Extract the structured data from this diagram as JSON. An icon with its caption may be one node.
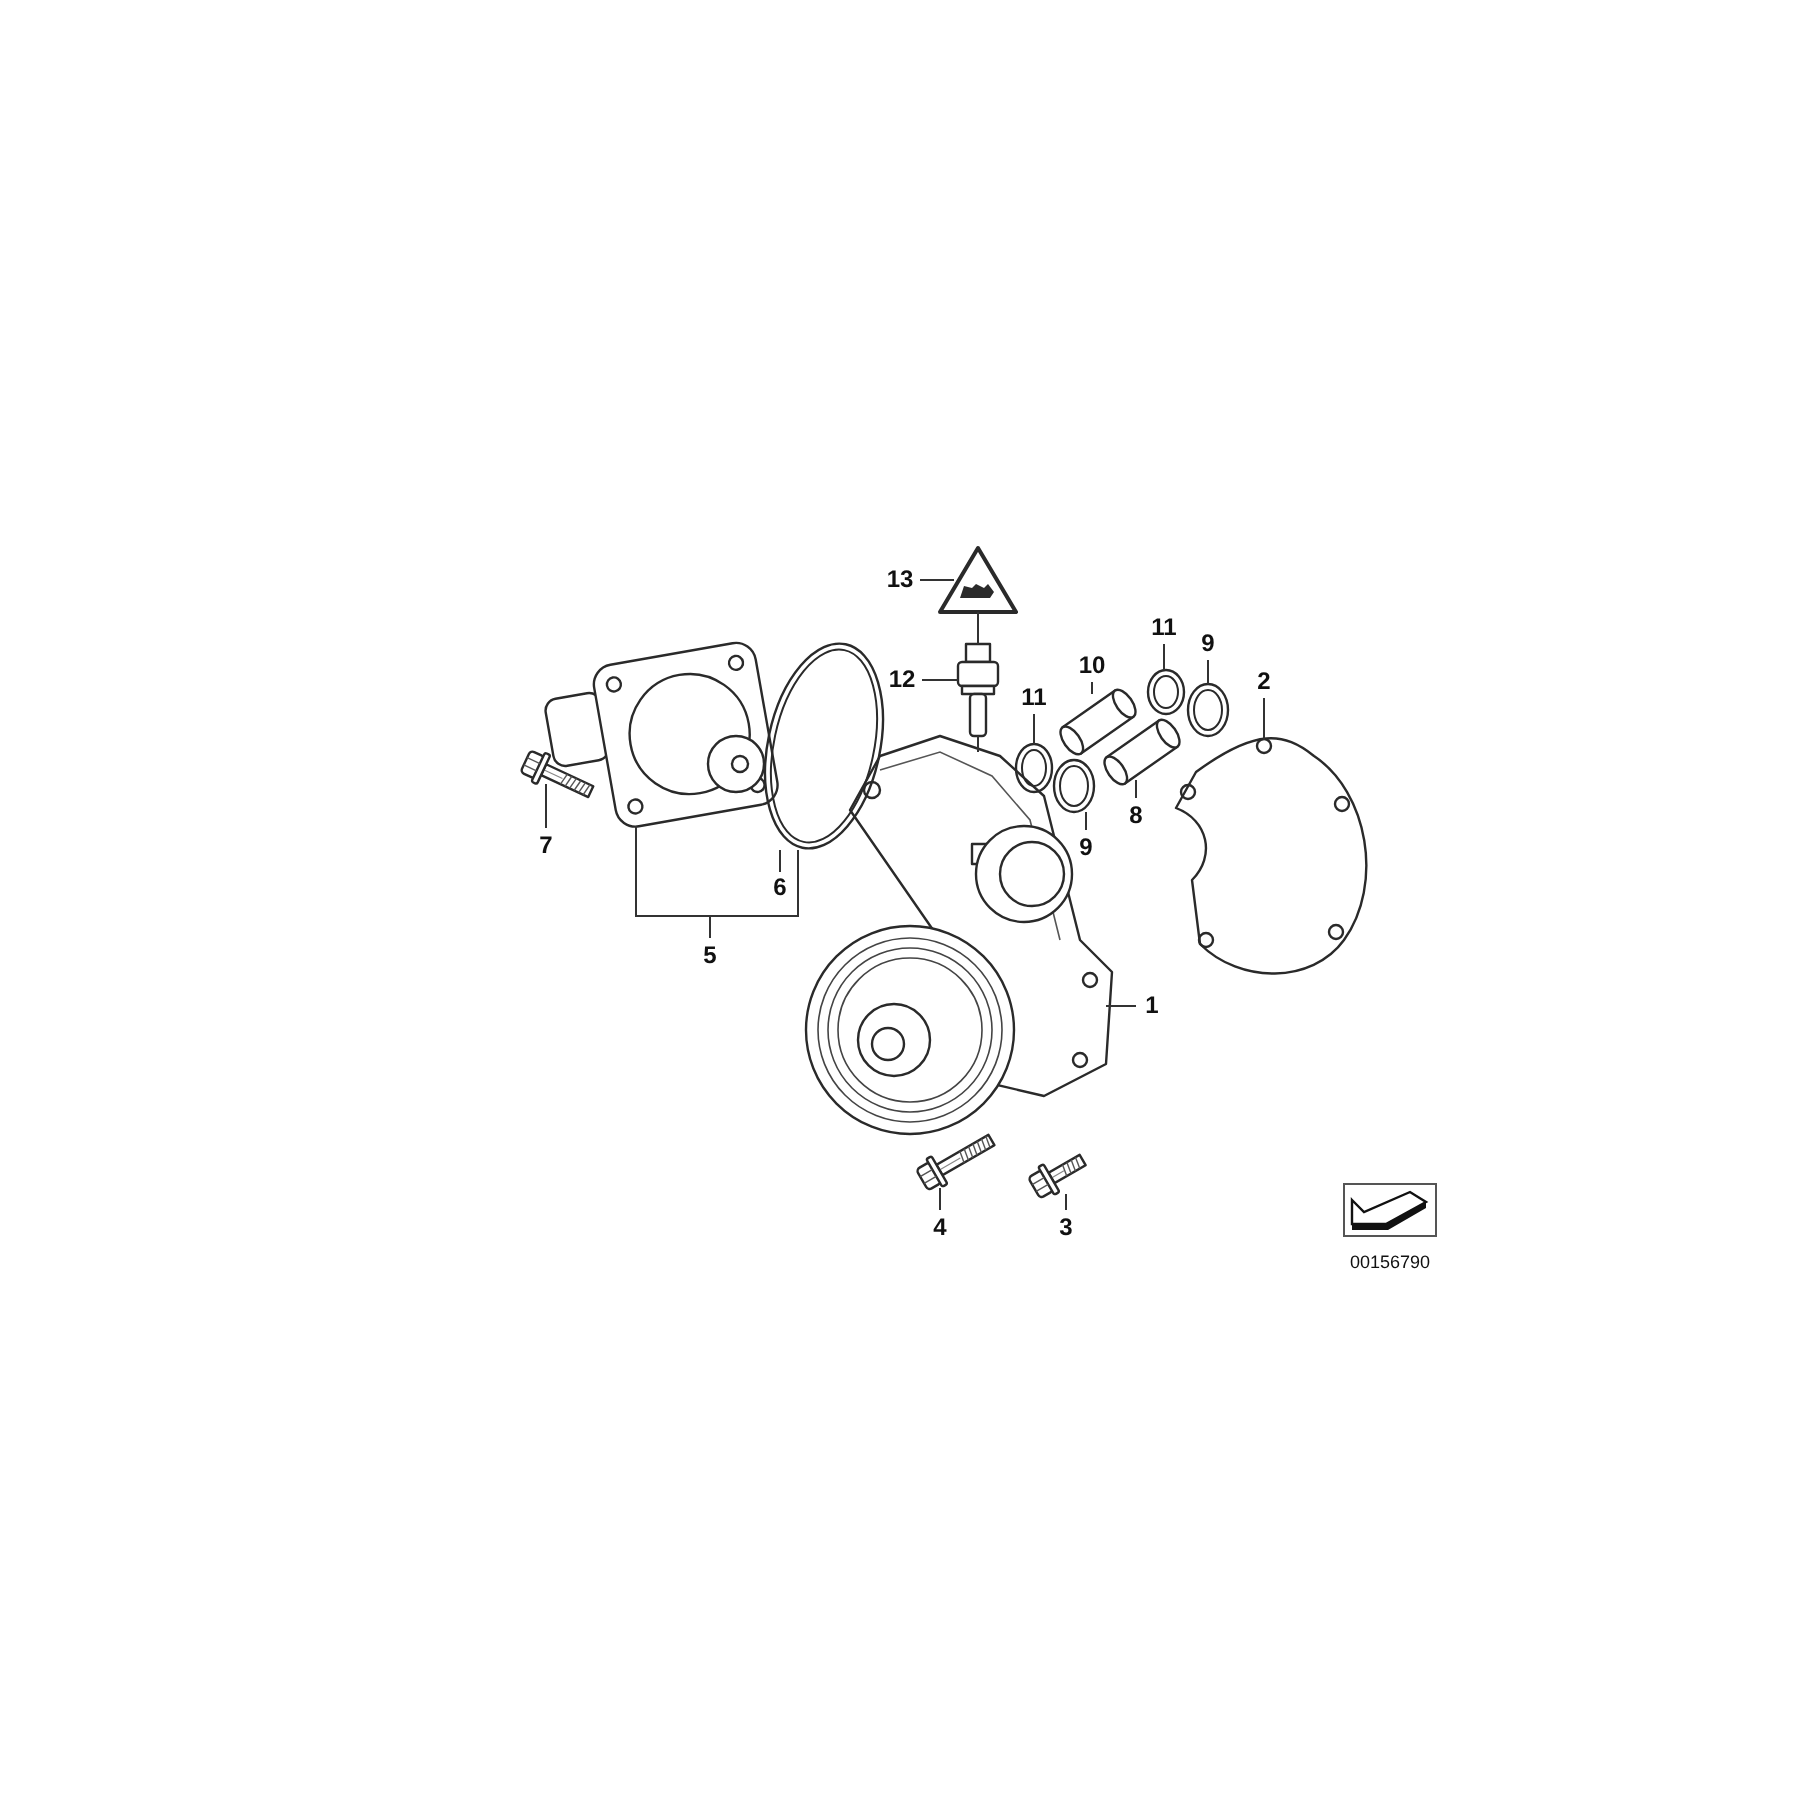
{
  "diagram": {
    "nodes": [
      {
        "text": [],
        "shape": "picture"
      },
      {
        "text": [
          "1"
        ]
      },
      {
        "text": [],
        "shape": "picture"
      },
      {
        "text": [
          "2"
        ]
      },
      {
        "text": [],
        "shape": "picture"
      },
      {
        "text": [
          "3"
        ]
      },
      {
        "text": [],
        "shape": "picture"
      },
      {
        "text": [
          "4"
        ]
      },
      {
        "text": [],
        "shape": "picture"
      },
      {
        "text": [],
        "shape": "picture"
      },
      {
        "text": [
          "5"
        ]
      },
      {
        "text": [
          "6"
        ]
      },
      {
        "text": [],
        "shape": "picture"
      },
      {
        "text": [
          "7"
        ]
      },
      {
        "text": [],
        "shape": "picture"
      },
      {
        "text": [
          "8"
        ]
      },
      {
        "text": [],
        "shape": "picture"
      },
      {
        "text": [
          "9"
        ]
      },
      {
        "text": [],
        "shape": "picture"
      },
      {
        "text": [
          "9"
        ]
      },
      {
        "text": [],
        "shape": "picture"
      },
      {
        "text": [
          "10"
        ]
      },
      {
        "text": [],
        "shape": "picture"
      },
      {
        "text": [
          "11"
        ]
      },
      {
        "text": [],
        "shape": "picture"
      },
      {
        "text": [
          "11"
        ]
      },
      {
        "text": [],
        "shape": "picture"
      },
      {
        "text": [
          "12"
        ]
      },
      {
        "text": [],
        "shape": "picture"
      },
      {
        "text": [
          "13"
        ]
      }
    ],
    "edges": [
      {
        "from": 1,
        "to": 0,
        "arrow": "none"
      },
      {
        "from": 3,
        "to": 2,
        "arrow": "none"
      },
      {
        "from": 5,
        "to": 4,
        "arrow": "none"
      },
      {
        "from": 7,
        "to": 6,
        "arrow": "none"
      },
      {
        "from": 10,
        "to": 8,
        "arrow": "none"
      },
      {
        "from": 10,
        "to": 9,
        "arrow": "none"
      },
      {
        "from": 11,
        "to": 9,
        "arrow": "none"
      },
      {
        "from": 13,
        "to": 12,
        "arrow": "none"
      },
      {
        "from": 15,
        "to": 14,
        "arrow": "none"
      },
      {
        "from": 17,
        "to": 16,
        "arrow": "none"
      },
      {
        "from": 19,
        "to": 18,
        "arrow": "none"
      },
      {
        "from": 21,
        "to": 20,
        "arrow": "none"
      },
      {
        "from": 23,
        "to": 22,
        "arrow": "none"
      },
      {
        "from": 25,
        "to": 24,
        "arrow": "none"
      },
      {
        "from": 27,
        "to": 26,
        "arrow": "none"
      },
      {
        "from": 29,
        "to": 28,
        "arrow": "none"
      },
      {
        "from": 28,
        "to": 26,
        "arrow": "none"
      },
      {
        "from": 26,
        "to": 0,
        "arrow": "none"
      }
    ],
    "labels": [
      "00156790"
    ]
  }
}
